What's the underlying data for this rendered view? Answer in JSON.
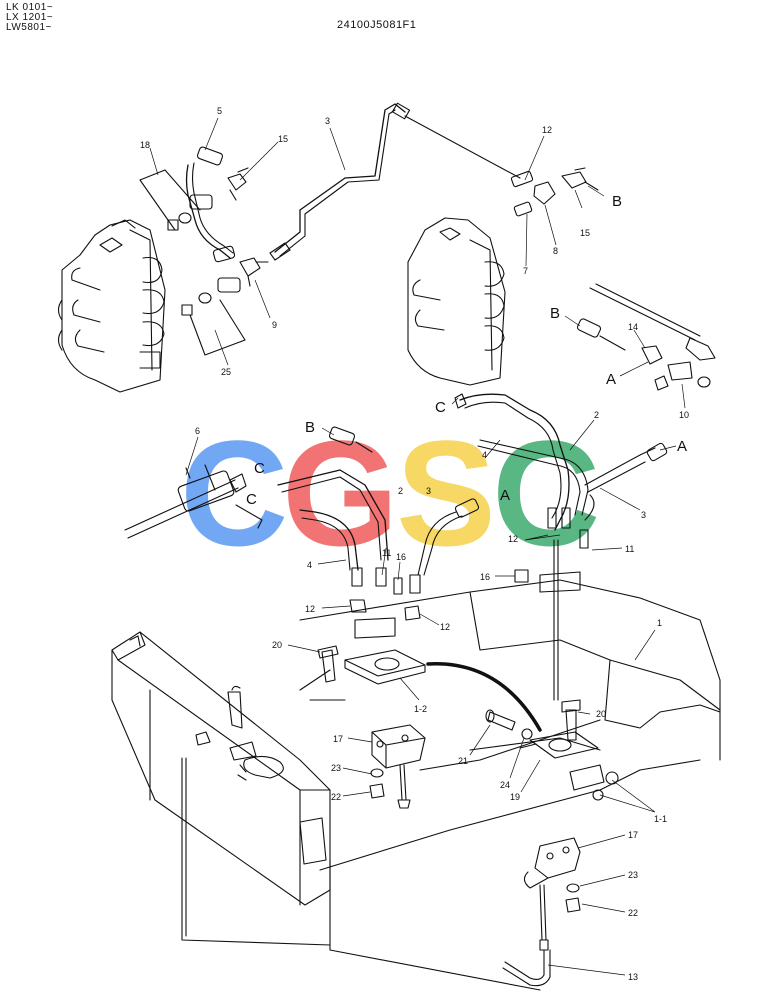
{
  "header": {
    "models": [
      "LK 0101~",
      "LX 1201~",
      "LW5801~"
    ],
    "drawing_code": "24100J5081F1"
  },
  "watermark": {
    "letters": [
      "C",
      "G",
      "S",
      "C"
    ],
    "colors": [
      "#5a98f2",
      "#ef5b5b",
      "#f6d24a",
      "#3cab6e"
    ]
  },
  "callouts": {
    "p5": "5",
    "p3_top": "3",
    "p15_left": "15",
    "p18": "18",
    "p9": "9",
    "p25": "25",
    "p12_top": "12",
    "p15_right": "15",
    "p8": "8",
    "p7": "7",
    "B_top": "B",
    "B_mid": "B",
    "p14": "14",
    "A_mid": "A",
    "p10": "10",
    "p6": "6",
    "B_left": "B",
    "C_mid": "C",
    "C_left1": "C",
    "C_left2": "C",
    "p2_left": "2",
    "p3_left": "3",
    "A_left": "A",
    "p2_right": "2",
    "p4_right": "4",
    "A_right": "A",
    "p3_right": "3",
    "p12_right": "12",
    "p11_right": "11",
    "p16_right": "16",
    "p4_left": "4",
    "p11_left": "11",
    "p16_left": "16",
    "p12_left": "12",
    "p12_left2": "12",
    "p20_left": "20",
    "p1": "1",
    "p1_2": "1-2",
    "p17_left": "17",
    "p23_left": "23",
    "p22_left": "22",
    "p21": "21",
    "p20_right": "20",
    "p24": "24",
    "p19": "19",
    "p1_1": "1-1",
    "p17_right": "17",
    "p23_right": "23",
    "p22_right": "22",
    "p13": "13"
  }
}
